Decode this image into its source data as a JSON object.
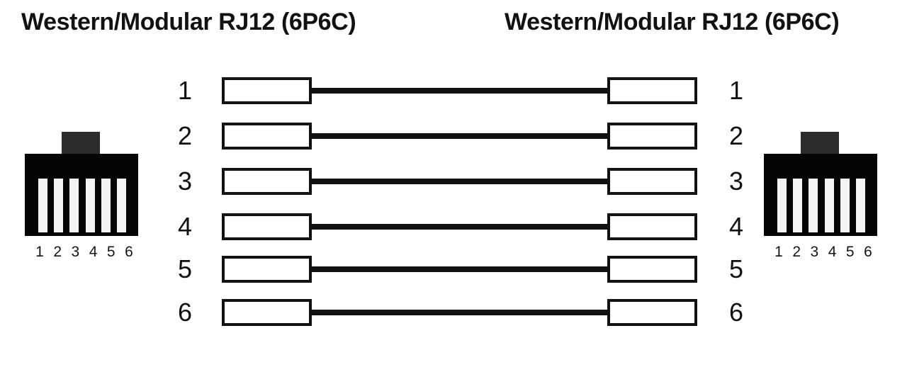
{
  "diagram": {
    "type": "pinout-wiring",
    "background_color": "#ffffff",
    "line_color": "#111111",
    "connector_body_color": "#050505",
    "connector_tab_color": "#2b2b2b",
    "connector_pin_color": "#f4f4f4"
  },
  "titles": {
    "left": "Western/Modular RJ12 (6P6C)",
    "right": "Western/Modular RJ12 (6P6C)"
  },
  "connectors": {
    "left": {
      "name": "Western/Modular RJ12 (6P6C)",
      "pin_count": 6,
      "pin_numbers": [
        "1",
        "2",
        "3",
        "4",
        "5",
        "6"
      ]
    },
    "right": {
      "name": "Western/Modular RJ12 (6P6C)",
      "pin_count": 6,
      "pin_numbers": [
        "1",
        "2",
        "3",
        "4",
        "5",
        "6"
      ]
    }
  },
  "wiring": {
    "scheme": "straight-through",
    "rows": [
      {
        "left_pin": "1",
        "right_pin": "1",
        "connected": true
      },
      {
        "left_pin": "2",
        "right_pin": "2",
        "connected": true
      },
      {
        "left_pin": "3",
        "right_pin": "3",
        "connected": true
      },
      {
        "left_pin": "4",
        "right_pin": "4",
        "connected": true
      },
      {
        "left_pin": "5",
        "right_pin": "5",
        "connected": true
      },
      {
        "left_pin": "6",
        "right_pin": "6",
        "connected": true
      }
    ]
  }
}
